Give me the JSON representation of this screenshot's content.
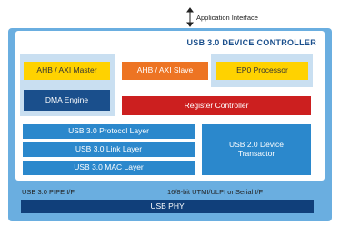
{
  "diagram": {
    "app_interface_label": "Application Interface",
    "title_bold": "USB 3.0",
    "title_rest": " DEVICE CONTROLLER",
    "ahb_master": "AHB / AXI Master",
    "ahb_slave": "AHB / AXI Slave",
    "ep0": "EP0 Processor",
    "dma": "DMA Engine",
    "register_controller": "Register Controller",
    "protocol_layer": "USB 3.0 Protocol Layer",
    "link_layer": "USB 3.0 Link Layer",
    "mac_layer": "USB 3.0 MAC Layer",
    "usb2_line1": "USB 2.0 Device",
    "usb2_line2": "Transactor",
    "pipe_if": "USB 3.0 PIPE I/F",
    "utmi_if": "16/8-bit UTMI/ULPI or Serial I/F",
    "usb_phy": "USB PHY"
  },
  "colors": {
    "outer_frame": "#6aaee0",
    "panel": "#c9dff1",
    "yellow": "#ffd200",
    "orange": "#ed7423",
    "navy": "#1a4f8c",
    "red": "#cc1f1f",
    "blue": "#2b88cc",
    "phy": "#103f7a"
  }
}
